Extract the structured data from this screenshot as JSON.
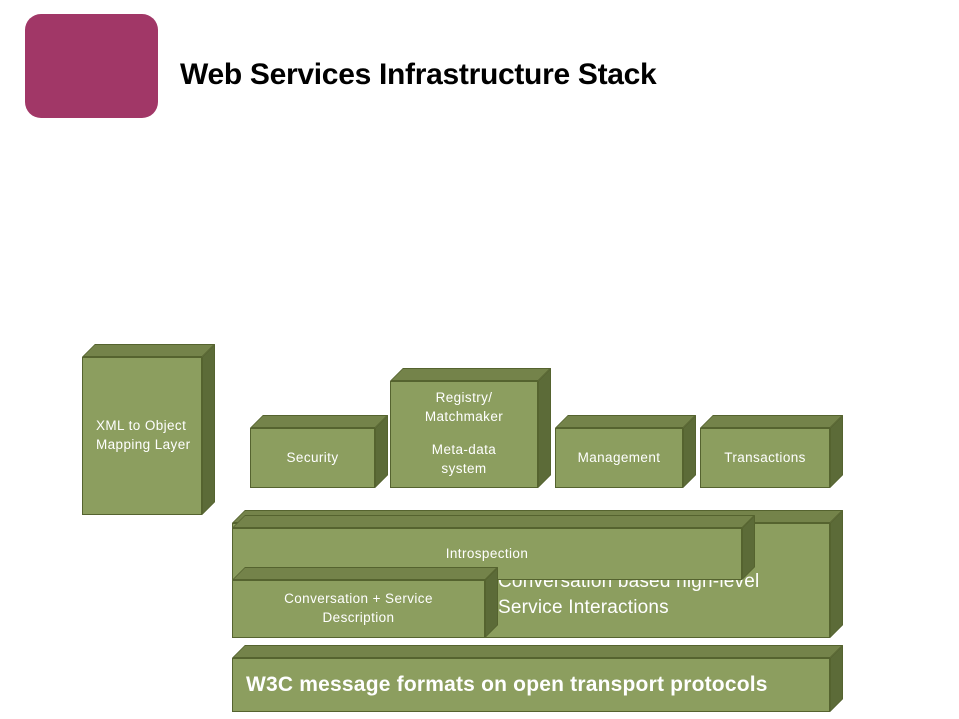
{
  "colors": {
    "accent_magenta": "#A13767",
    "box_front": "#8C9E5F",
    "box_top": "#74834A",
    "box_side": "#5C6B38",
    "box_edge": "#55632F",
    "label_text": "#FFFFFF",
    "title_text": "#000000"
  },
  "slide": {
    "title": "Web Services Infrastructure Stack"
  },
  "diagram": {
    "boxes": {
      "xml_mapping": {
        "label": "XML to Object Mapping Layer"
      },
      "security": {
        "label": "Security"
      },
      "registry": {
        "label": "Registry/ Matchmaker",
        "sublabel": "Meta-data system"
      },
      "management": {
        "label": "Management"
      },
      "transactions": {
        "label": "Transactions"
      },
      "introspection": {
        "label": "Introspection"
      },
      "conversation_description": {
        "label": "Conversation + Service Description"
      },
      "conversation_interactions": {
        "label": "Conversation based high-level Service Interactions"
      },
      "transport": {
        "label": "W3C message formats on open transport protocols"
      }
    }
  }
}
